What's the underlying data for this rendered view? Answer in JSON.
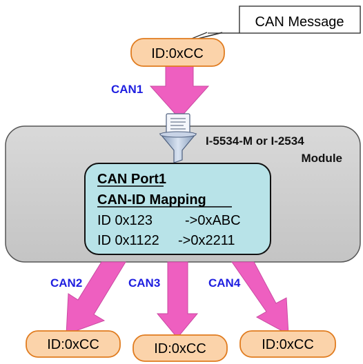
{
  "callout": {
    "text": "CAN Message"
  },
  "source_node": {
    "text": "ID:0xCC"
  },
  "links": {
    "can1": "CAN1",
    "can2": "CAN2",
    "can3": "CAN3",
    "can4": "CAN4"
  },
  "module": {
    "title_line1": "I-5534-M or I-2534",
    "title_line2": "Module"
  },
  "mapping": {
    "title_line1": "CAN Port1",
    "title_line2": "CAN-ID Mapping",
    "rows": [
      {
        "from": "ID 0x123",
        "to": "->0xABC"
      },
      {
        "from": "ID 0x1122",
        "to": "->0x2211"
      }
    ]
  },
  "outputs": [
    {
      "text": "ID:0xCC"
    },
    {
      "text": "ID:0xCC"
    },
    {
      "text": "ID:0xCC"
    }
  ],
  "colors": {
    "node_fill": "#fbd3aa",
    "node_stroke": "#e07b1e",
    "arrow": "#ee5fc0",
    "arrow_stroke": "#c94aa2",
    "module_fill": "#cfcfcf",
    "module_stroke": "#555555",
    "mapping_fill": "#b8e3e8",
    "link_label": "#1e1ee0"
  },
  "icons": {
    "filter": "funnel-icon"
  }
}
